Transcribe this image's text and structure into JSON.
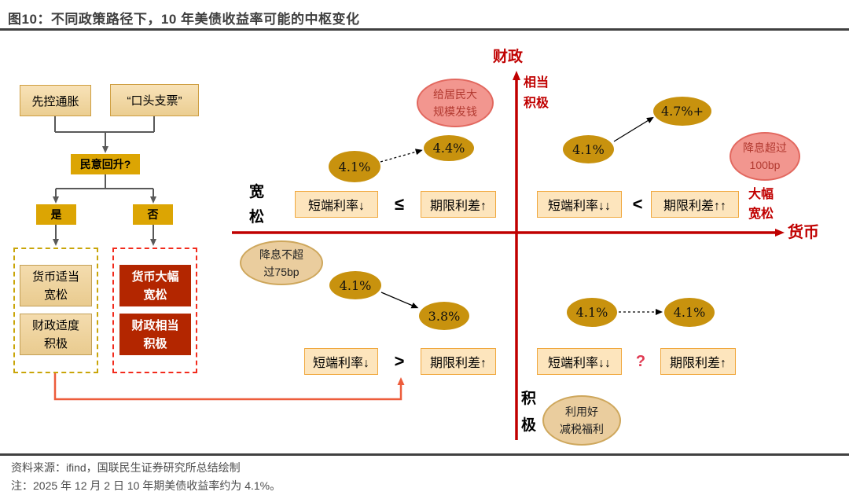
{
  "title": "图10：不同政策路径下，10 年美债收益率可能的中枢变化",
  "flowchart": {
    "box_control_inflation": "先控通胀",
    "box_verbal_check": "“口头支票”",
    "box_decision": "民意回升?",
    "box_yes": "是",
    "box_no": "否",
    "yes_outcomes": [
      {
        "line1": "货币适当",
        "line2": "宽松"
      },
      {
        "line1": "财政适度",
        "line2": "积极"
      }
    ],
    "no_outcomes": [
      {
        "line1": "货币大幅",
        "line2": "宽松"
      },
      {
        "line1": "财政相当",
        "line2": "积极"
      }
    ]
  },
  "axes": {
    "vertical_title": "财政",
    "vertical_top_line1": "相当",
    "vertical_top_line2": "积极",
    "vertical_bottom_line1": "积",
    "vertical_bottom_line2": "极",
    "horizontal_title": "货币",
    "horizontal_left_line1": "宽",
    "horizontal_left_line2": "松",
    "horizontal_right_line1": "大幅",
    "horizontal_right_line2": "宽松"
  },
  "quadrants": {
    "top_left": {
      "start": "4.1%",
      "end": "4.4%",
      "left_box": "短端利率↓",
      "relation": "≤",
      "right_box": "期限利差↑"
    },
    "top_right": {
      "start": "4.1%",
      "end": "4.7%+",
      "left_box": "短端利率↓↓",
      "relation": "<",
      "right_box": "期限利差↑↑"
    },
    "bottom_left": {
      "start": "4.1%",
      "end": "3.8%",
      "left_box": "短端利率↓",
      "relation": ">",
      "right_box": "期限利差↑"
    },
    "bottom_right": {
      "start": "4.1%",
      "end": "4.1%",
      "left_box": "短端利率↓↓",
      "relation": "?",
      "right_box": "期限利差↑"
    }
  },
  "callouts": {
    "cash_handout": {
      "line1": "给居民大",
      "line2": "规模发钱"
    },
    "rate_cut_over_100bp": {
      "line1": "降息超过",
      "line2": "100bp"
    },
    "rate_cut_under_75bp": {
      "line1": "降息不超",
      "line2": "过75bp"
    },
    "tax_benefit": {
      "line1": "利用好",
      "line2": "减税福利"
    }
  },
  "footer": {
    "source": "资料来源：ifind，国联民生证券研究所总结绘制",
    "note": "注：2025 年 12 月 2 日 10 年期美债收益率约为 4.1%。"
  },
  "colors": {
    "axis_red": "#C00000",
    "gold_ellipse": "#C8920E",
    "flow_gold": "#DCA503",
    "dark_red_box": "#B32600",
    "quadrant_box_fill": "#FDE5BD",
    "quadrant_box_border": "#F0A73C",
    "pink_callout": "#F2968F",
    "tan_callout": "#EACD9E",
    "connector_gray": "#595959",
    "connector_orange": "#ED5C3B",
    "question_mark_red": "#E03A52"
  }
}
